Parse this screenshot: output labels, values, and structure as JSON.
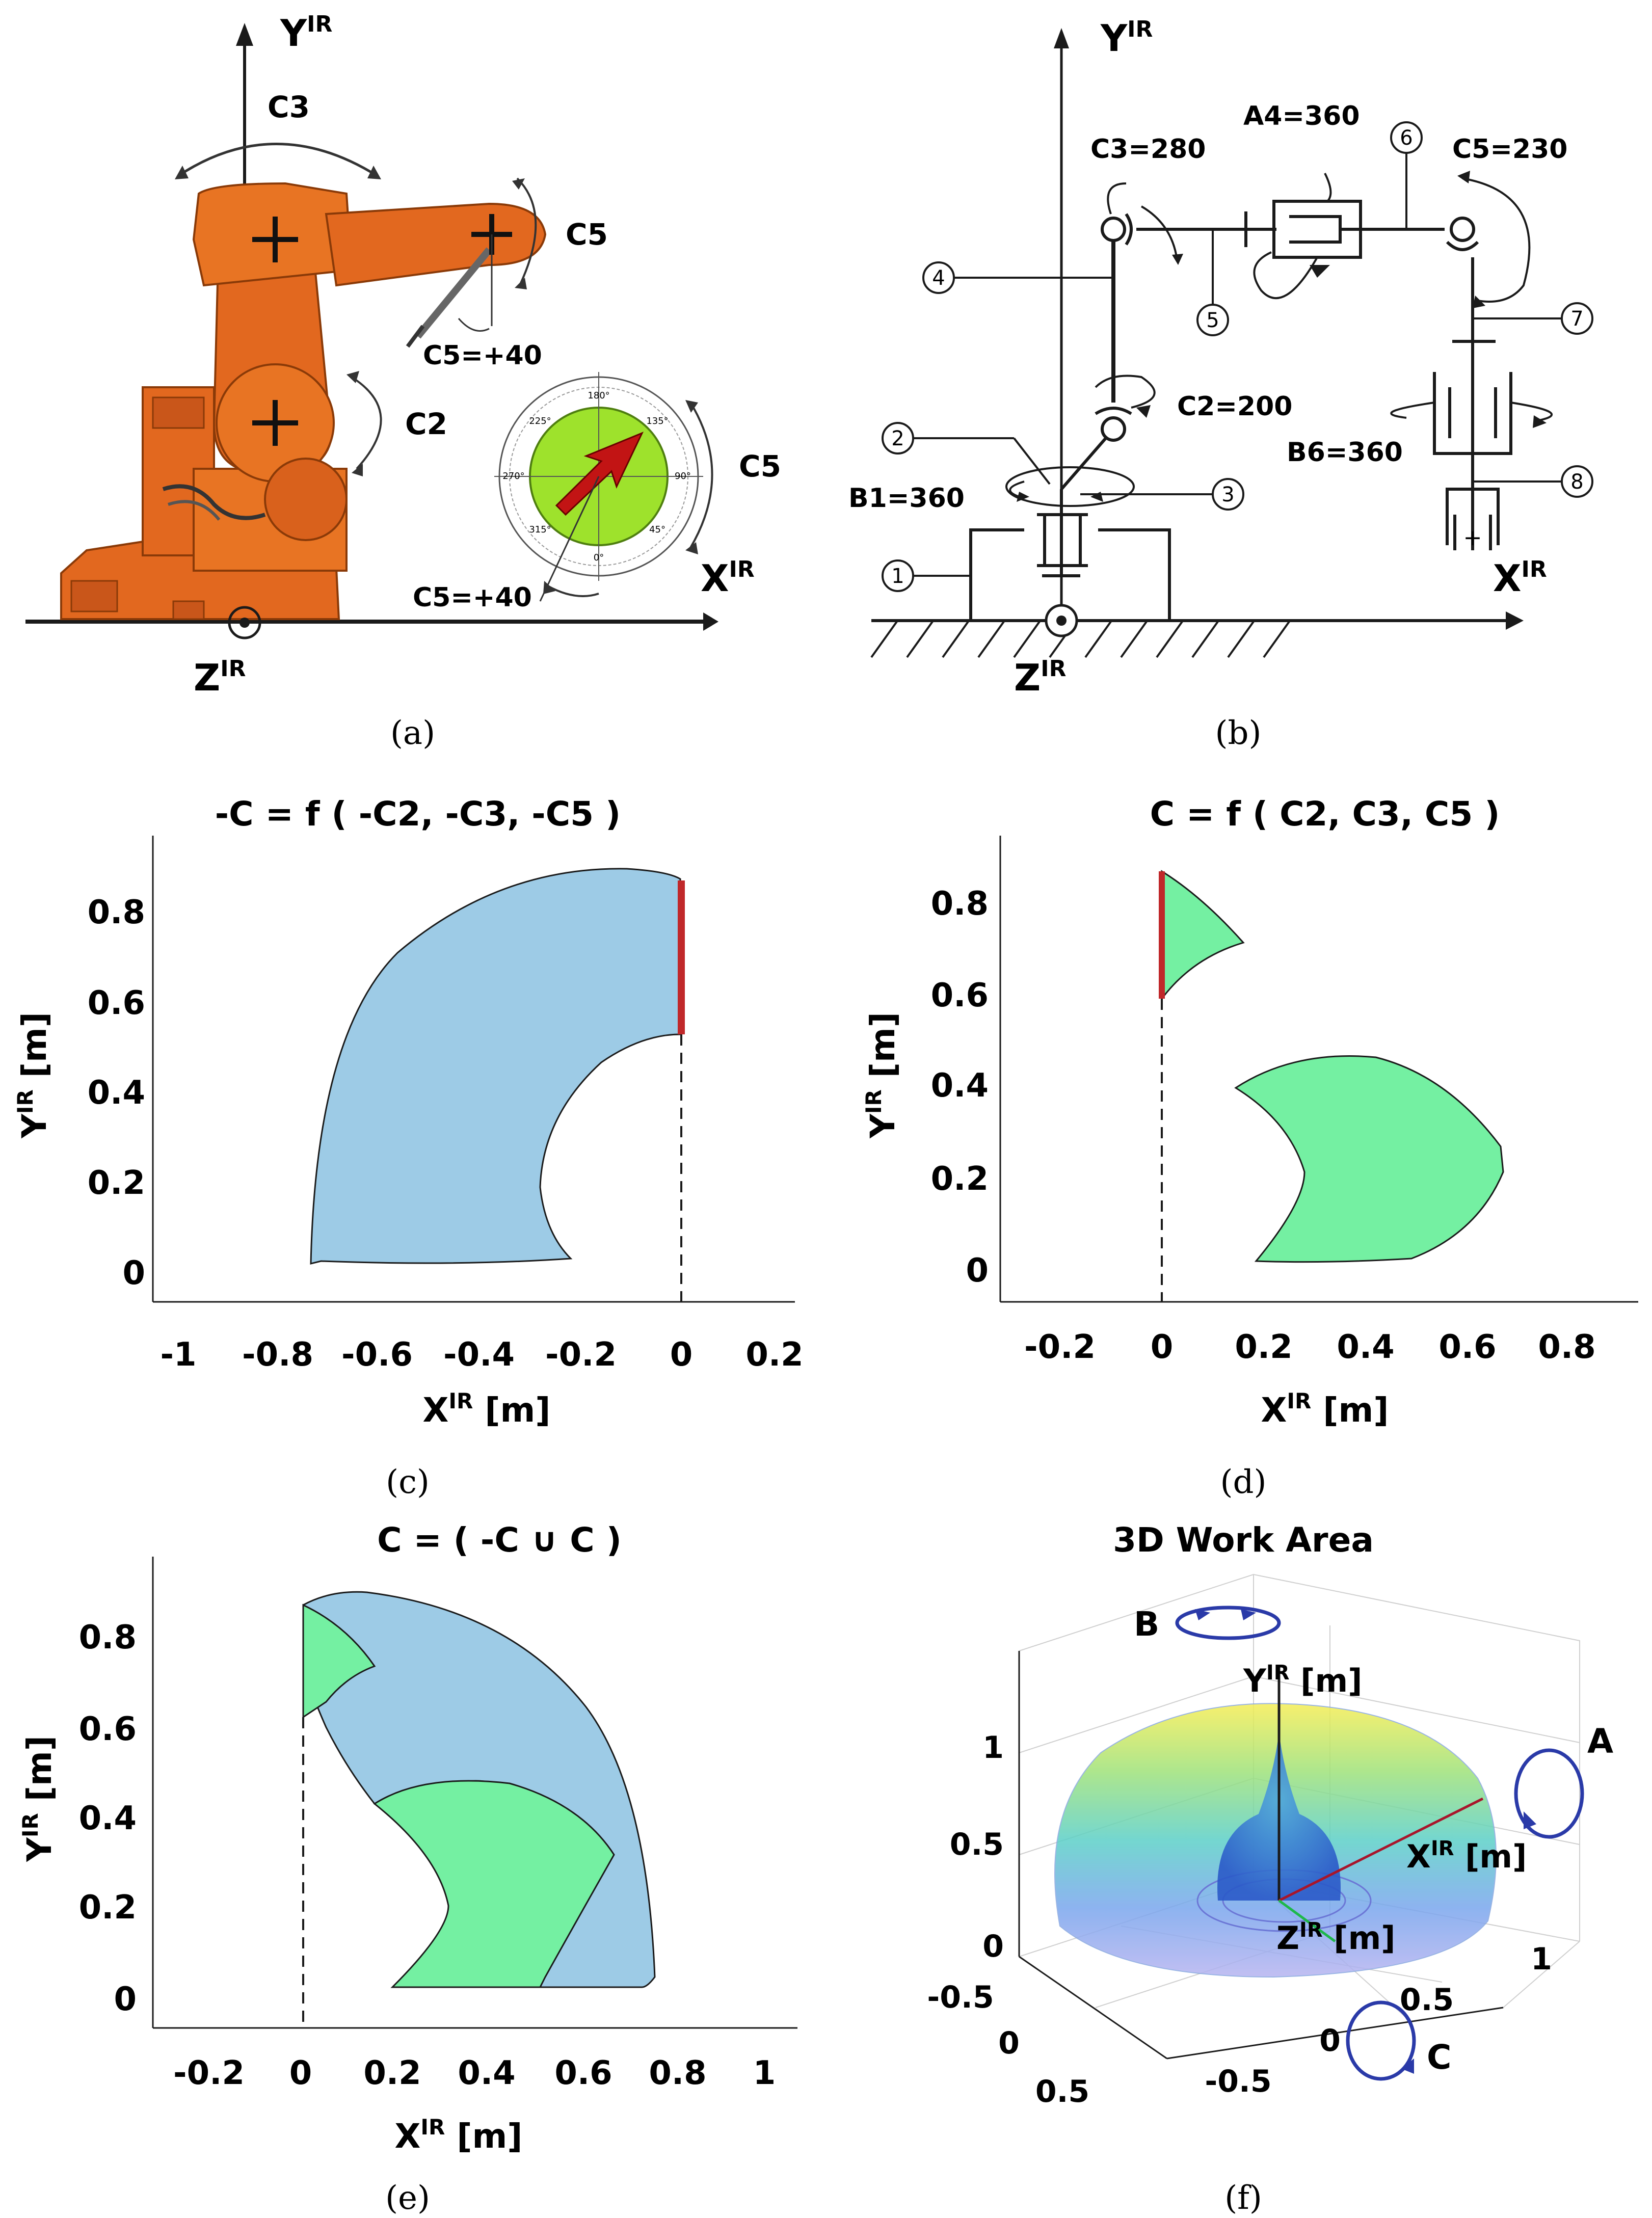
{
  "colors": {
    "robot_orange": "#e2681f",
    "blue_region": "#9dcbe6",
    "green_region": "#74f0a2",
    "red_edge": "#c0282a",
    "axis": "#1a1a1a",
    "rotation_arrow": "#2a3aa8",
    "dial_green": "#9ee22c",
    "dial_arrow": "#c21414"
  },
  "panel_a": {
    "caption": "(a)",
    "y_axis": "Y",
    "y_axis_sup": "IR",
    "x_axis": "X",
    "x_axis_sup": "IR",
    "z_axis": "Z",
    "z_axis_sup": "IR",
    "label_c3": "C3",
    "label_c5_top": "C5",
    "label_c5_value": "C5=+40",
    "label_c2": "C2",
    "label_c5_right": "C5",
    "label_c5_bottom": "C5=+40",
    "dial_ticks": [
      "180°",
      "225°",
      "135°",
      "270°",
      "90°",
      "315°",
      "45°",
      "0°"
    ],
    "robot_icon": "industrial-robot-arm-icon"
  },
  "panel_b": {
    "caption": "(b)",
    "y_axis": "Y",
    "y_axis_sup": "IR",
    "x_axis": "X",
    "x_axis_sup": "IR",
    "z_axis": "Z",
    "z_axis_sup": "IR",
    "joint_b1": "B1=360",
    "joint_c2": "C2=200",
    "joint_c3": "C3=280",
    "joint_a4": "A4=360",
    "joint_c5": "C5=230",
    "joint_b6": "B6=360",
    "links": [
      "1",
      "2",
      "3",
      "4",
      "5",
      "6",
      "7",
      "8"
    ]
  },
  "panel_c": {
    "caption": "(c)",
    "title": "-C = f ( -C2, -C3, -C5 )",
    "xlabel": "X",
    "xlabel_sup": "IR",
    "xlabel_unit": " [m]",
    "ylabel": "Y",
    "ylabel_sup": "IR",
    "ylabel_unit": " [m]",
    "xticks": [
      "-1",
      "-0.8",
      "-0.6",
      "-0.4",
      "-0.2",
      "0",
      "0.2"
    ],
    "yticks": [
      "0",
      "0.2",
      "0.4",
      "0.6",
      "0.8"
    ]
  },
  "panel_d": {
    "caption": "(d)",
    "title": "C = f ( C2, C3, C5 )",
    "xlabel": "X",
    "xlabel_sup": "IR",
    "xlabel_unit": " [m]",
    "ylabel": "Y",
    "ylabel_sup": "IR",
    "ylabel_unit": " [m]",
    "xticks": [
      "-0.2",
      "0",
      "0.2",
      "0.4",
      "0.6",
      "0.8"
    ],
    "yticks": [
      "0",
      "0.2",
      "0.4",
      "0.6",
      "0.8"
    ]
  },
  "panel_e": {
    "caption": "(e)",
    "title": "C = ( -C ∪ C  )",
    "xlabel": "X",
    "xlabel_sup": "IR",
    "xlabel_unit": " [m]",
    "ylabel": "Y",
    "ylabel_sup": "IR",
    "ylabel_unit": " [m]",
    "xticks": [
      "-0.2",
      "0",
      "0.2",
      "0.4",
      "0.6",
      "0.8",
      "1"
    ],
    "yticks": [
      "0",
      "0.2",
      "0.4",
      "0.6",
      "0.8"
    ]
  },
  "panel_f": {
    "caption": "(f)",
    "title": "3D Work Area",
    "y_axis": "Y",
    "y_axis_sup": "IR",
    "y_axis_unit": " [m]",
    "x_axis": "X",
    "x_axis_sup": "IR",
    "x_axis_unit": " [m]",
    "z_axis": "Z",
    "z_axis_sup": "IR",
    "z_axis_unit": " [m]",
    "rot_a": "A",
    "rot_b": "B",
    "rot_c": "C",
    "zticks": [
      "0",
      "0.5",
      "1"
    ],
    "left_ticks": [
      "-0.5",
      "0",
      "0.5"
    ],
    "bottom_ticks": [
      "-0.5",
      "0",
      "0.5",
      "1"
    ]
  }
}
